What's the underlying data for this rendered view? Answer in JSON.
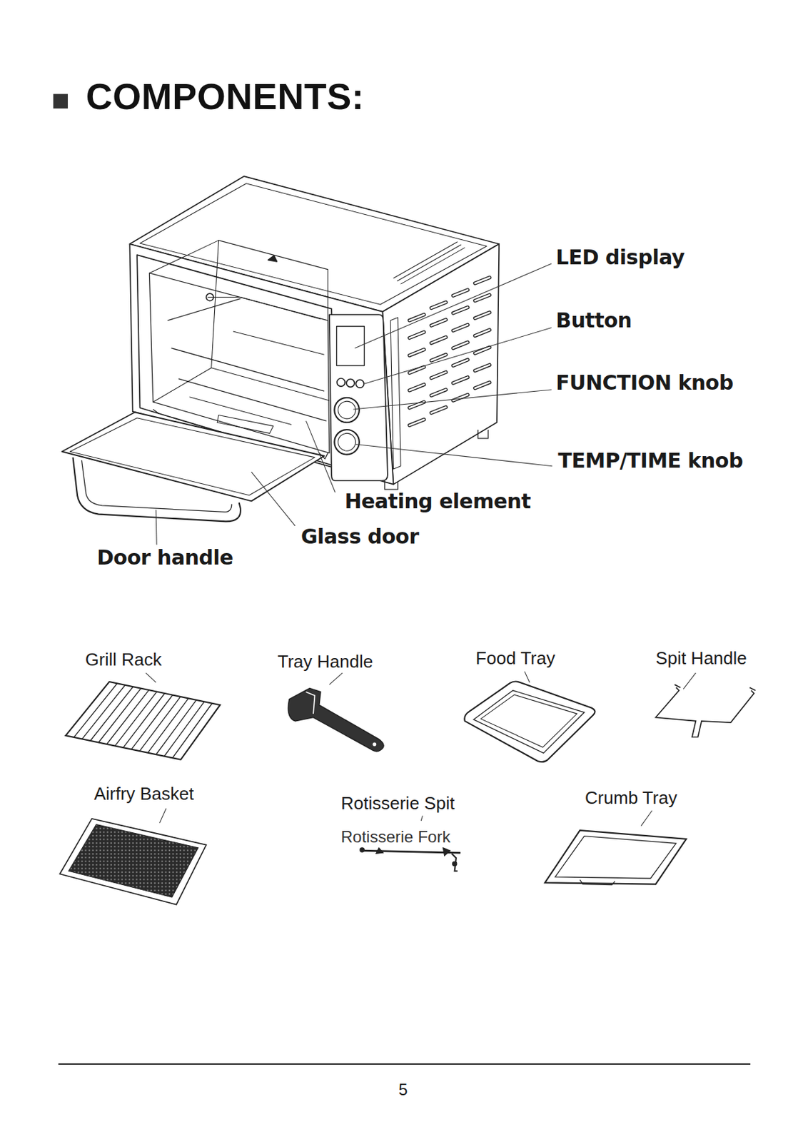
{
  "diagram": {
    "title": "COMPONENTS:",
    "labels": [
      "LED display",
      "Button",
      "FUNCTION knob",
      "TEMP/TIME knob",
      "Heating element",
      "Glass door",
      "Door handle",
      "Grill Rack",
      "Tray Handle",
      "Food Tray",
      "Spit Handle",
      "Airfry Basket",
      "Rotisserie Spit",
      "Rotisserie Fork",
      "Crumb Tray",
      "5"
    ]
  }
}
